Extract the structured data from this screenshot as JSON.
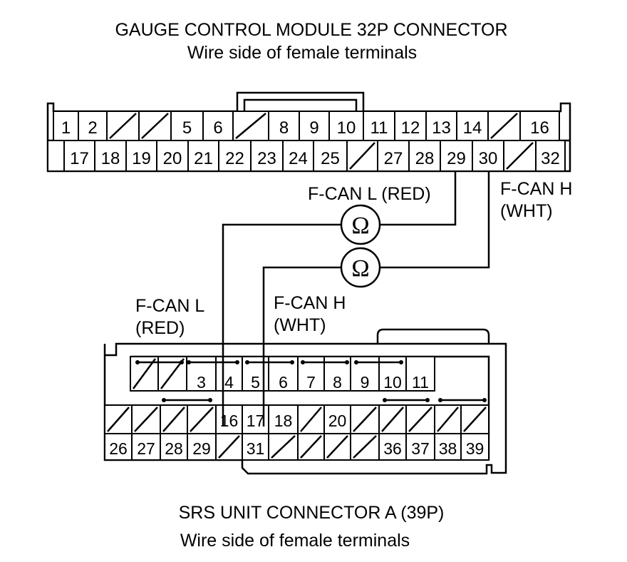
{
  "top_connector": {
    "title": "GAUGE CONTROL MODULE 32P CONNECTOR",
    "subtitle": "Wire side of female terminals",
    "row1": [
      "1",
      "2",
      "",
      "",
      "5",
      "6",
      "",
      "8",
      "9",
      "10",
      "11",
      "12",
      "13",
      "14",
      "",
      "16"
    ],
    "row2": [
      "",
      "17",
      "18",
      "19",
      "20",
      "21",
      "22",
      "23",
      "24",
      "25",
      "",
      "27",
      "28",
      "29",
      "30",
      "",
      "32"
    ]
  },
  "bottom_connector": {
    "title": "SRS UNIT CONNECTOR A (39P)",
    "subtitle": "Wire side of female terminals",
    "row1": [
      "",
      "",
      "3",
      "4",
      "5",
      "6",
      "7",
      "8",
      "9",
      "10",
      "11"
    ],
    "row2": [
      "",
      "",
      "",
      "",
      "16",
      "17",
      "18",
      "",
      "20",
      "",
      "",
      "",
      "",
      "",
      ""
    ],
    "row3": [
      "26",
      "27",
      "28",
      "29",
      "",
      "31",
      "",
      "",
      "",
      "",
      "36",
      "37",
      "38",
      "39"
    ]
  },
  "wires": {
    "fcan_l_top": "F-CAN L (RED)",
    "fcan_h_top_1": "F-CAN H",
    "fcan_h_top_2": "(WHT)",
    "fcan_l_bottom_1": "F-CAN L",
    "fcan_l_bottom_2": "(RED)",
    "fcan_h_bottom_1": "F-CAN H",
    "fcan_h_bottom_2": "(WHT)"
  },
  "meter_symbol": "Ω"
}
